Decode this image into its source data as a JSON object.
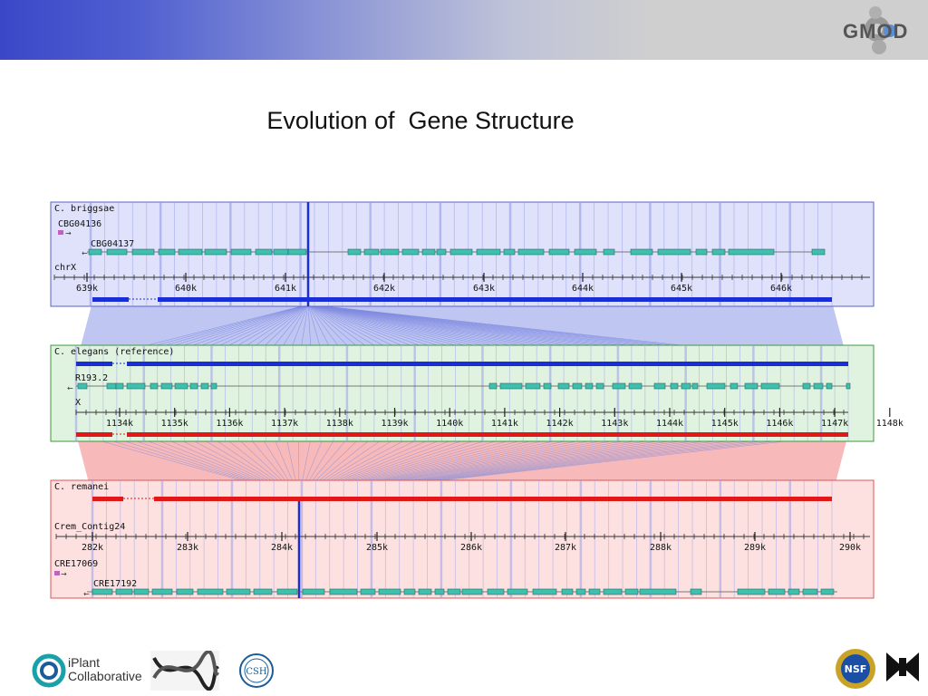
{
  "slide": {
    "title": "Evolution of  Gene Structure"
  },
  "logos": {
    "gmod_text": "GMOD",
    "iplant_line1": "iPlant",
    "iplant_line2": "Collaborative",
    "csh_text": "CSH",
    "nsf_text": "NSF"
  },
  "tracks": {
    "briggsae": {
      "species": "C. briggsae",
      "gene1": "CBG04136",
      "gene2": "CBG04137",
      "chrom": "chrX",
      "ticks": [
        "639k",
        "640k",
        "641k",
        "642k",
        "643k",
        "644k",
        "645k",
        "646k"
      ]
    },
    "elegans": {
      "species": "C. elegans (reference)",
      "gene1": "R193.2",
      "chrom": "X",
      "ticks": [
        "1134k",
        "1135k",
        "1136k",
        "1137k",
        "1138k",
        "1139k",
        "1140k",
        "1141k",
        "1142k",
        "1143k",
        "1144k",
        "1145k",
        "1146k",
        "1147k",
        "1148k"
      ]
    },
    "remanei": {
      "species": "C. remanei",
      "contig": "Crem_Contig24",
      "gene1": "CRE17069",
      "gene2": "CRE17192",
      "ticks": [
        "282k",
        "283k",
        "284k",
        "285k",
        "286k",
        "287k",
        "288k",
        "289k",
        "290k"
      ]
    }
  },
  "colors": {
    "briggsae_bg": "#e0e2fb",
    "briggsae_border": "#5a63c8",
    "elegans_bg": "#e0f3e0",
    "elegans_border": "#3d9a3d",
    "remanei_bg": "#fde0e0",
    "remanei_border": "#e05555",
    "exon": "#3fbfae",
    "blue_band": "#1a2ed8",
    "red_band": "#e01818"
  }
}
